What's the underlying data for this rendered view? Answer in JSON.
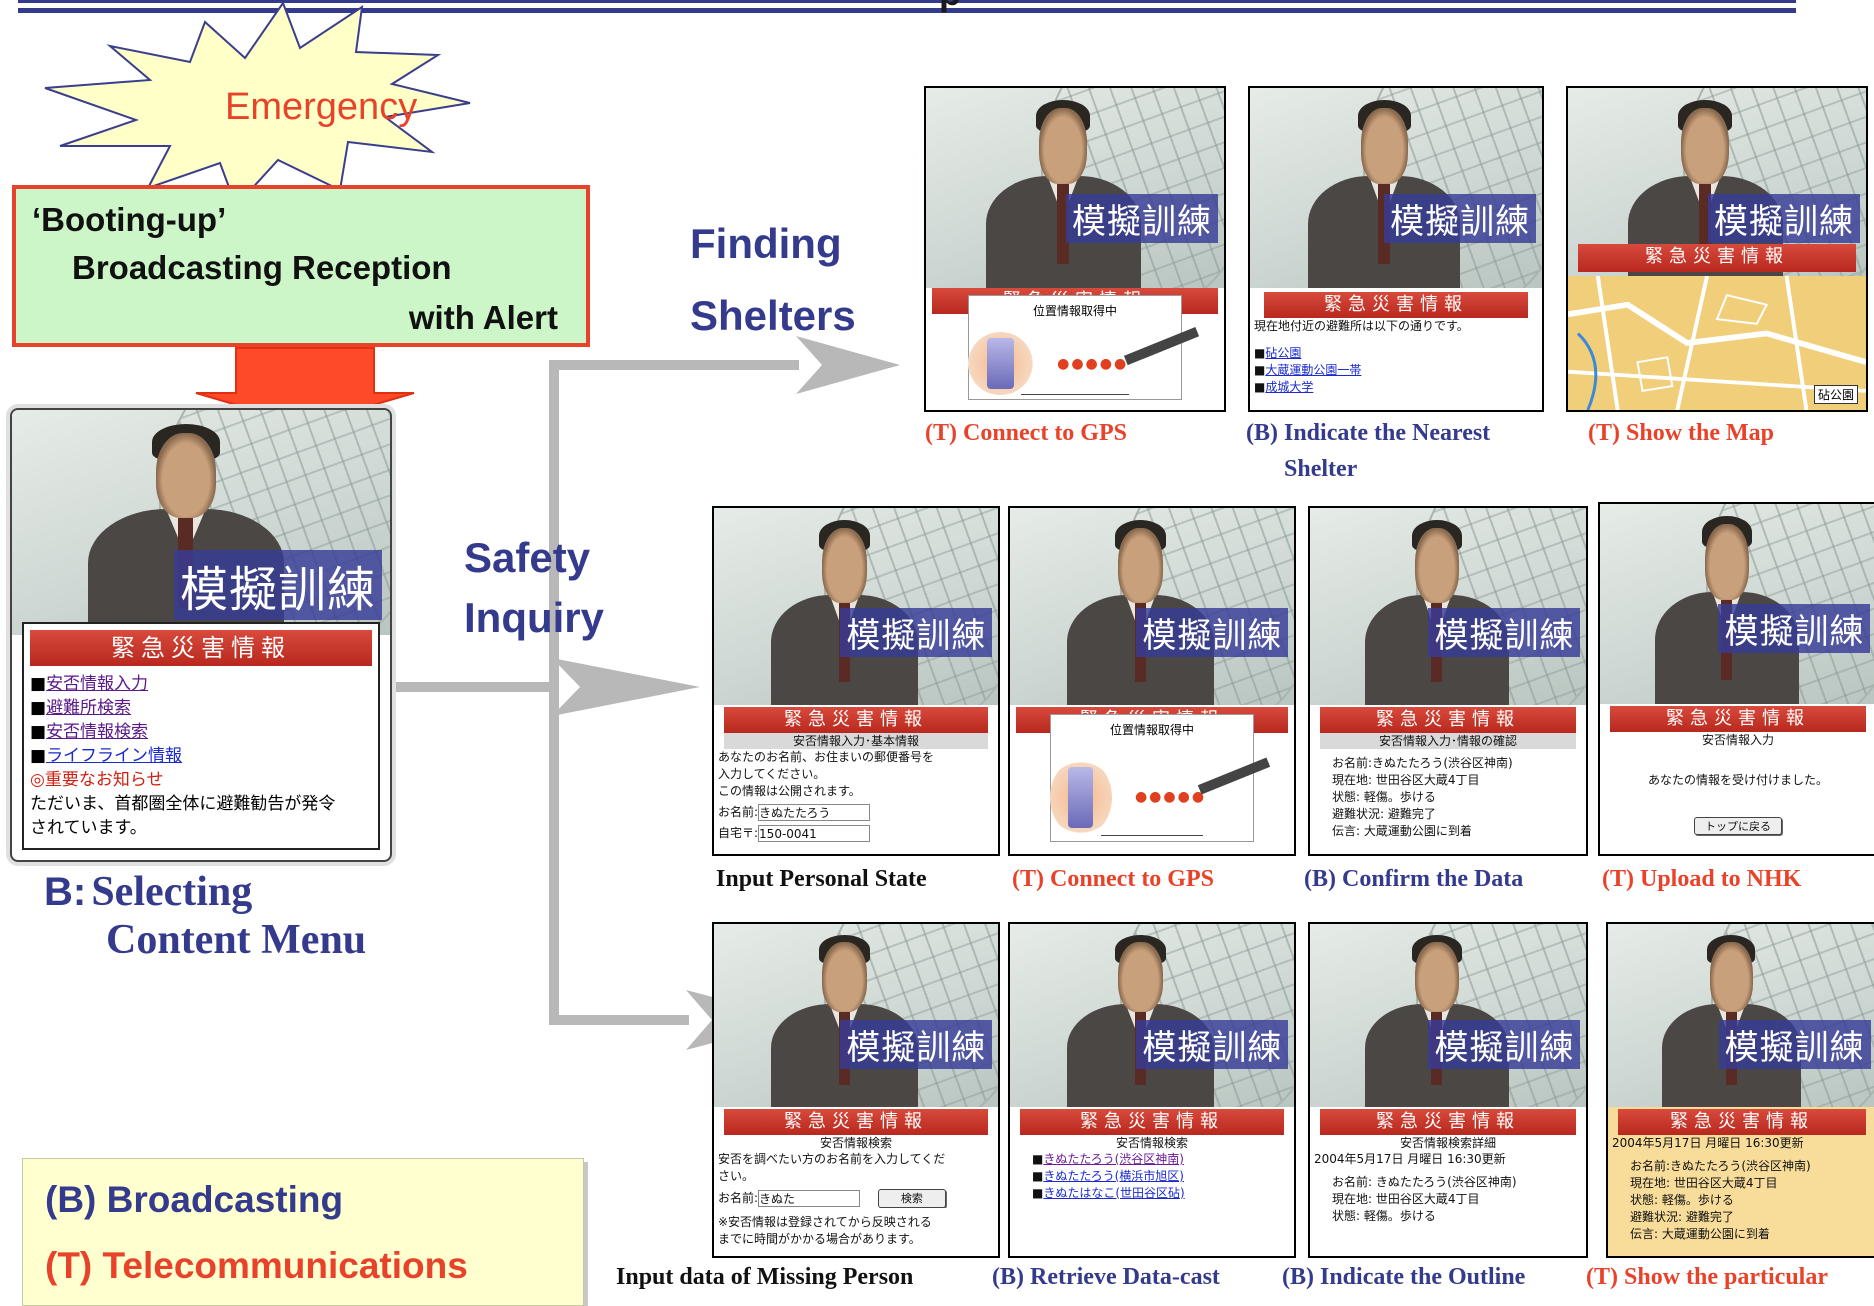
{
  "header": {
    "title_partial": "p"
  },
  "emergency_label": "Emergency",
  "booting_box": {
    "line1": "‘Booting-up’",
    "line2": "Broadcasting Reception",
    "line3": "with Alert"
  },
  "branch_labels": {
    "finding": [
      "Finding",
      "Shelters"
    ],
    "safety": [
      "Safety",
      "Inquiry"
    ]
  },
  "overlay_text": "模擬訓練",
  "emergency_title": "緊急災害情報",
  "main_screen": {
    "menu": [
      "安否情報入力",
      "避難所検索",
      "安否情報検索",
      "ライフライン情報"
    ],
    "notice_title": "◎重要なお知らせ",
    "notice_body": [
      "ただいま、首都圏全体に避難勧告が発令",
      "されています。"
    ]
  },
  "left_caption": {
    "prefix": "B:",
    "line1": "Selecting",
    "line2": "Content Menu"
  },
  "legend": {
    "b": "(B) Broadcasting",
    "t": "(T) Telecommunications"
  },
  "row1": {
    "screens": [
      {
        "gps_text": "位置情報取得中"
      },
      {
        "intro": "現在地付近の避難所は以下の通りです。",
        "items": [
          "砧公園",
          "大蔵運動公園一帯",
          "成城大学"
        ]
      },
      {
        "map_label": "砧公園"
      }
    ],
    "captions": [
      "(T) Connect to GPS",
      "(B) Indicate the Nearest",
      "Shelter",
      "(T) Show the Map"
    ]
  },
  "row2": {
    "screens": [
      {
        "sub": "安否情報入力･基本情報",
        "lines": [
          "あなたのお名前、お住まいの郵便番号を",
          "入力してください。",
          "この情報は公開されます。"
        ],
        "name_label": "お名前:",
        "name_value": "きぬたたろう",
        "zip_label": "自宅〒:",
        "zip_value": "150-0041"
      },
      {
        "gps_text": "位置情報取得中"
      },
      {
        "sub": "安否情報入力･情報の確認",
        "lines": [
          "お名前:きぬたたろう(渋谷区神南)",
          "現在地: 世田谷区大蔵4丁目",
          "状態: 軽傷。歩ける",
          "避難状況: 避難完了",
          "伝言: 大蔵運動公園に到着"
        ]
      },
      {
        "sub": "安否情報入力",
        "message": "あなたの情報を受け付けました。",
        "button": "トップに戻る"
      }
    ],
    "captions": [
      "Input Personal State",
      "(T) Connect to GPS",
      "(B) Confirm the Data",
      "(T) Upload to NHK"
    ]
  },
  "row3": {
    "screens": [
      {
        "sub": "安否情報検索",
        "lines": [
          "安否を調べたい方のお名前を入力してくだ",
          "さい。"
        ],
        "name_label": "お名前:",
        "name_value": "きぬた",
        "button": "検索",
        "note": [
          "※安否情報は登録されてから反映される",
          "までに時間がかかる場合があります。"
        ]
      },
      {
        "sub": "安否情報検索",
        "items": [
          "きぬたたろう(渋谷区神南)",
          "きぬたたろう(横浜市旭区)",
          "きぬたはなこ(世田谷区砧)"
        ]
      },
      {
        "sub": "安否情報検索詳細",
        "date": "2004年5月17日 月曜日 16:30更新",
        "lines": [
          "お名前: きぬたたろう(渋谷区神南)",
          "現在地: 世田谷区大蔵4丁目",
          "状態: 軽傷。歩ける"
        ]
      },
      {
        "date": "2004年5月17日 月曜日 16:30更新",
        "lines": [
          "お名前:きぬたたろう(渋谷区神南)",
          "現在地: 世田谷区大蔵4丁目",
          "状態: 軽傷。歩ける",
          "避難状況: 避難完了",
          "伝言: 大蔵運動公園に到着"
        ]
      }
    ],
    "captions": [
      "Input data of Missing Person",
      "(B) Retrieve Data-cast",
      "(B) Indicate the Outline",
      "(T) Show the particular"
    ]
  },
  "colors": {
    "navy": "#343a8c",
    "red_caption": "#e8432a",
    "alert_border": "#e8432a",
    "alert_fill": "#ccf5c8",
    "arrow_gray": "#b8b8b8",
    "legend_fill": "#ffffd0"
  }
}
